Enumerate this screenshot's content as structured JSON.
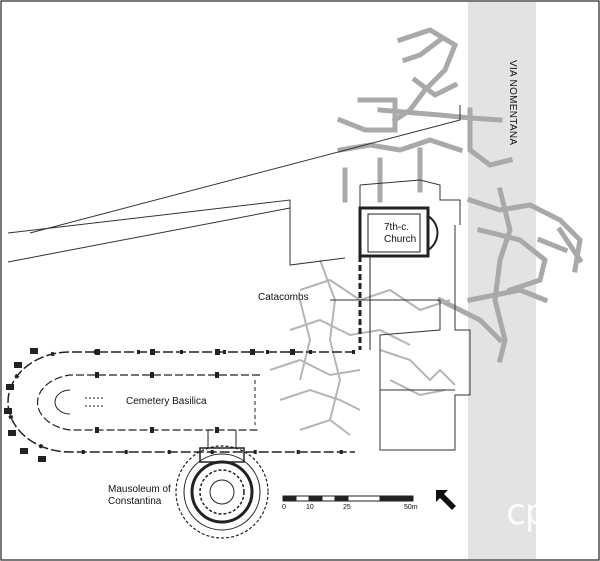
{
  "labels": {
    "road": "VIA NOMENTANA",
    "church": "7th-c.\nChurch",
    "catacombs": "Catacombs",
    "basilica": "Cemetery Basilica",
    "mausoleum": "Mausoleum of\nConstantina"
  },
  "scale": {
    "ticks": [
      "0",
      "10",
      "25",
      "50m"
    ]
  },
  "watermark": "cpbc",
  "colors": {
    "road_band": "#e3e3e3",
    "catacomb_gray": "#a9a9a9",
    "wall_dark": "#222222"
  }
}
